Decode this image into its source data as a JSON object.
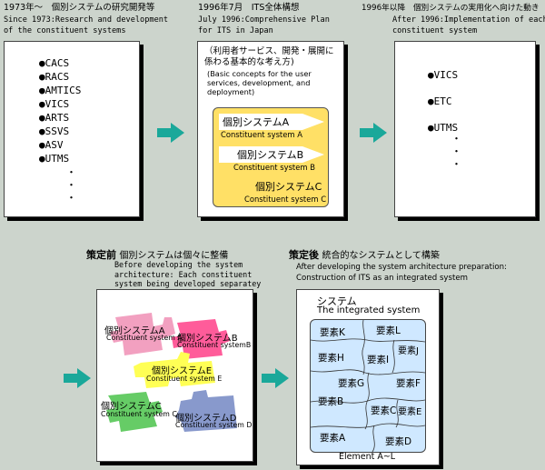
{
  "top": {
    "col1": {
      "title_jp": "1973年～　個別システムの研究開発等",
      "title_en1": "Since 1973:Research and development",
      "title_en2": "of the constituent systems",
      "items": [
        "CACS",
        "RACS",
        "AMTICS",
        "VICS",
        "ARTS",
        "SSVS",
        "ASV",
        "UTMS"
      ]
    },
    "col2": {
      "title_jp": "1996年7月　ITS全体構想",
      "title_en1": "July 1996:Comprehensive Plan",
      "title_en2": "for ITS in Japan",
      "concept_jp1": "（利用者サービス、開発・展開に",
      "concept_jp2": "係わる基本的な考え方)",
      "concept_en1": "(Basic concepts for the user",
      "concept_en2": "services, development, and",
      "concept_en3": "deployment)",
      "systems": [
        {
          "jp": "個別システムA",
          "en": "Constituent system A"
        },
        {
          "jp": "個別システムB",
          "en": "Constituent system B"
        },
        {
          "jp": "個別システムC",
          "en": "Constituent system C"
        }
      ]
    },
    "col3": {
      "title_jp": "1996年以降　個別システムの実用化へ向けた動き",
      "title_en1": "After 1996:Implementation of each",
      "title_en2": "constituent system",
      "items": [
        "VICS",
        "ETC",
        "UTMS"
      ]
    }
  },
  "bottom": {
    "left": {
      "title_bold": "策定前",
      "title_jp": "個別システムは個々に整備",
      "sub1": "Before developing the system",
      "sub2": "architecture: Each constituent",
      "sub3": "system being developed separatey",
      "pieces": [
        {
          "jp": "個別システムA",
          "en": "Constituent system A"
        },
        {
          "jp": "個別システムB",
          "en": "Constituent systemB"
        },
        {
          "jp": "個別システムE",
          "en": "Constituent system E"
        },
        {
          "jp": "個別システムC",
          "en": "Constituent system C"
        },
        {
          "jp": "個別システムD",
          "en": "Constituent system D"
        }
      ]
    },
    "right": {
      "title_bold": "策定後",
      "title_jp": "統合的なシステムとして構築",
      "sub1": "After developing the system architecture preparation:",
      "sub2": "Construction of ITS as an integrated system",
      "system_jp": "システム",
      "system_en": "The integrated system",
      "elements": [
        "要素K",
        "要素L",
        "要素J",
        "要素H",
        "要素I",
        "要素F",
        "要素G",
        "要素B",
        "要素C",
        "要素E",
        "要素A",
        "要素D"
      ],
      "footer": "Element A~L"
    }
  },
  "colors": {
    "background": "#ccd4cc",
    "arrow": "#1aa89a",
    "concept_box": "#ffe066",
    "integrated_box": "#cfe8ff"
  }
}
